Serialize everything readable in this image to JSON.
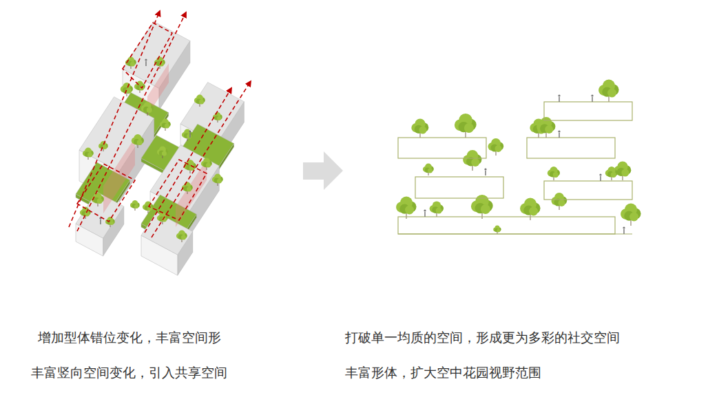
{
  "diagram": {
    "labels": [
      "增加型体错位变化，丰富空间形",
      "打破单一均质的空间，形成更为多彩的社交空间",
      "丰富竖向空间变化，引入共享空间",
      "丰富形体，扩大空中花园视野范围"
    ]
  }
}
